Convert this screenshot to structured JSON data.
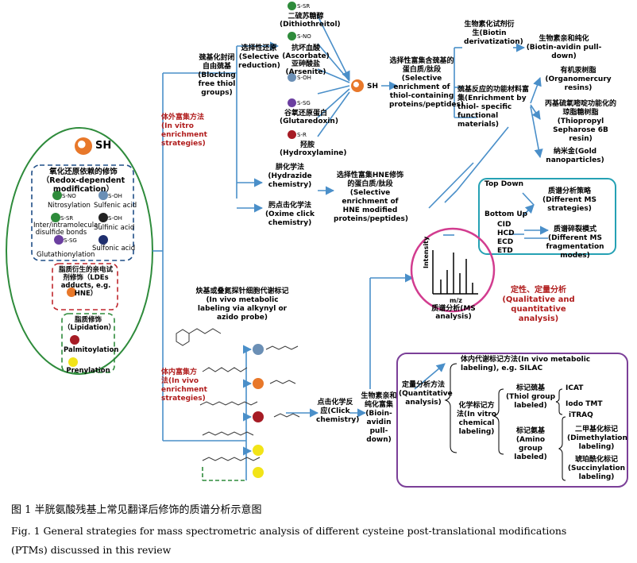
{
  "colors": {
    "blue": "#4a8fc9",
    "green_border": "#2e8b3b",
    "navy_dash": "#1f4e87",
    "red_dash": "#c0272d",
    "teal_frame": "#25a1b4",
    "magenta_ring": "#d23c8f",
    "purple_frame": "#7b3f98",
    "red_text": "#b01c1c",
    "orange_mol": "#e8782a",
    "dark_red_mol": "#a61c25",
    "yellow_mol": "#f2e418",
    "steel_mol": "#6b8fb5"
  },
  "left_ellipse": {
    "cys_label": "SH",
    "redox_title": "氧化还原依赖的修饰（Redox-dependent modification）",
    "redox_items": [
      "Nitrosylation",
      "Sulfenic acid",
      "Inter/intramolecular disulfide bonds",
      "Sulfinic acid",
      "Glutathionylation",
      "Sulfonic acid"
    ],
    "mol_labels": [
      "S-NO",
      "S-OH",
      "S-SR",
      "S-OH",
      "S-SG"
    ],
    "lde_title": "脂质衍生的亲电试剂修饰（LDEs adducts, e.g. HNE）",
    "lipid_title": "脂质修饰（Lipidation）",
    "lipid_items": [
      "Palmitoylation",
      "Prenylation"
    ]
  },
  "in_vitro": {
    "label": "体外富集方法(In vitro enrichment strategies)",
    "block_label": "巯基化封闭自由巯基(Blocking free thiol groups)",
    "selective_reduction": "选择性还原(Selective reduction)",
    "reductants": [
      "二硫苏糖醇(Dithiothreitol)",
      "抗坏血酸(Ascorbate)",
      "亚砷酸盐(Arsenite)",
      "谷氧还原蛋白(Glutaredoxin)",
      "羟胺(Hydroxylamine)"
    ],
    "mol_labels": [
      "S-SR",
      "S-NO",
      "S-OH",
      "S-SG",
      "S-R"
    ],
    "selective_enrichment": "选择性富集含巯基的蛋白质/肽段(Selective enrichment of thiol-containing proteins/peptides)",
    "thiol_label": "SH",
    "hydrazide": "肼化学法(Hydrazide chemistry)",
    "oxime": "肟点击化学法(Oxime click chemistry)",
    "hne_enrich": "选择性富集HNE修饰的蛋白质/肽段(Selective enrichment of HNE modified proteins/peptides)"
  },
  "right_top": {
    "biotin_deriv": "生物素化试剂衍生(Biotin derivatization)",
    "avidin_pull": "生物素亲和纯化(Biotin-avidin pull-down)",
    "functional": "巯基反应的功能材料富集(Enrichment by thiol- specific functional materials)",
    "organomercury": "有机汞树脂(Organomercury resins)",
    "thiopropyl": "丙基硫氧嘧啶功能化的琼脂糖树脂(Thiopropyl Sepharose 6B resin)",
    "gold": "纳米金(Gold nanoparticles)"
  },
  "ms_box": {
    "top_down": "Top Down",
    "bottom_up": "Bottom Up",
    "strategies": "质谱分析策略(Different MS strategies)",
    "frag_methods": [
      "CID",
      "HCD",
      "ECD",
      "ETD"
    ],
    "frag_label": "质谱碎裂模式(Different MS fragmentation modes)"
  },
  "ms_circle": {
    "intensity": "Intensity",
    "mz": "m/z",
    "title": "质谱分析(MS analysis)",
    "qual": "定性、定量分析(Qualitative and quantitative analysis)"
  },
  "in_vivo": {
    "label": "体内富集方法(In vivo enrichment strategies)",
    "metabolic": "炔基或叠氮探针细胞代谢标记(In vivo metabolic labeling via alkynyl or azido probe)",
    "click": "点击化学反应(Click chemistry)",
    "avidin": "生物素亲和纯化富集(Bioin-avidin pull-down)"
  },
  "quant_box": {
    "quant_label": "定量分析方法(Quantitative analysis)",
    "metabolic": "体内代谢标记方法(In vivo metabolic labeling), e.g. SILAC",
    "chemical": "化学标记方法(In vitro chemical labeling)",
    "thiol_label": "标记巯基(Thiol group labeled)",
    "amino_label": "标记氨基(Amino group labeled)",
    "thiol_methods": [
      "ICAT",
      "Iodo TMT"
    ],
    "amino_methods": [
      "iTRAQ",
      "二甲基化标记(Dimethylation labeling)",
      "琥珀酰化标记(Succinylation labeling)"
    ]
  },
  "caption": {
    "cn": "图 1    半胱氨酸残基上常见翻译后修饰的质谱分析示意图",
    "en1": "Fig. 1    General strategies for mass spectrometric analysis of different cysteine post-translational modifications",
    "en2": "(PTMs) discussed in this review"
  }
}
